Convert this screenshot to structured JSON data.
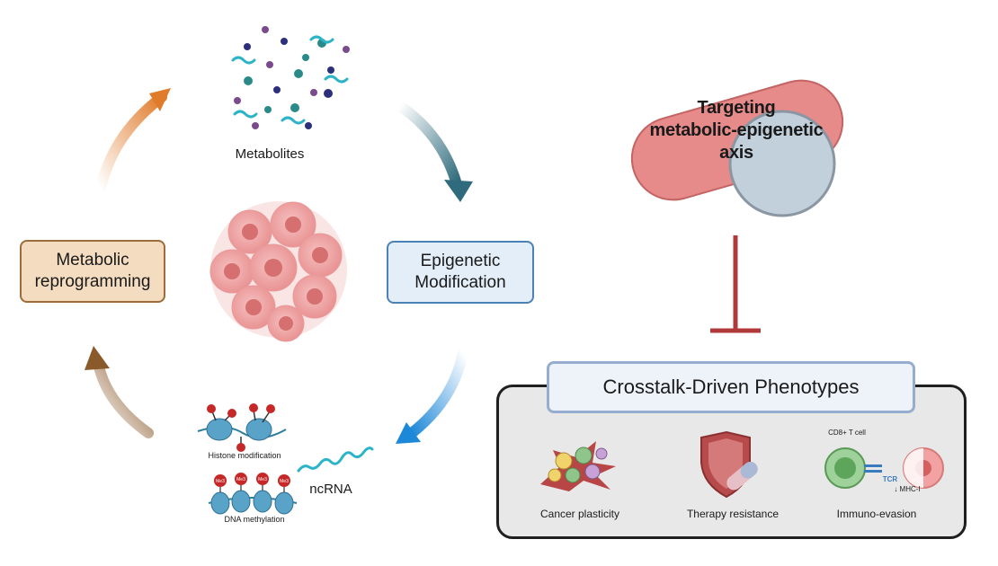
{
  "cycle": {
    "metabolites_label": "Metabolites",
    "metabolic_box": {
      "line1": "Metabolic",
      "line2": "reprogramming"
    },
    "epigenetic_box": {
      "line1": "Epigenetic",
      "line2": "Modification"
    },
    "histone_label": "Histone modification",
    "dna_label": "DNA methylation",
    "ncrna_label": "ncRNA",
    "me_tag": "Me3"
  },
  "drug": {
    "line1": "Targeting",
    "line2": "metabolic-epigenetic",
    "line3": "axis"
  },
  "phenotypes": {
    "title": "Crosstalk-Driven Phenotypes",
    "items": [
      {
        "label": "Cancer plasticity"
      },
      {
        "label": "Therapy resistance"
      },
      {
        "label": "Immuno-evasion"
      }
    ],
    "immune": {
      "cd8_label": "CD8+ T cell",
      "tcr_label": "TCR",
      "mhc_label": "↓ MHC-I"
    }
  },
  "colors": {
    "arrow_orange": "#e07b2a",
    "arrow_teal": "#2f6b7c",
    "arrow_blue": "#1e88d8",
    "arrow_brown": "#8a5a2b",
    "inhibit_red": "#b03a3a",
    "pill_red": "#e68a8a",
    "pill_cap": "#c2d0dc",
    "tumor_pink": "#f2a7a7"
  }
}
